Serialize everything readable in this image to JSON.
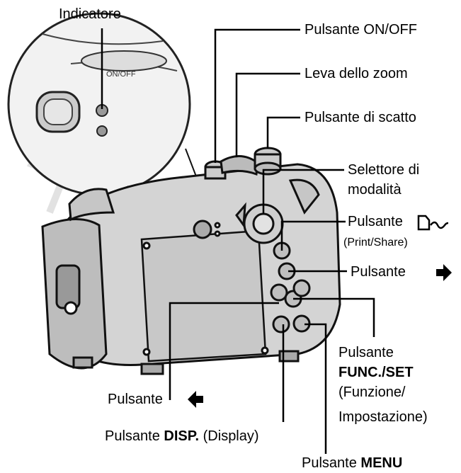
{
  "labels": {
    "indicator": "Indicatore",
    "power": "Pulsante ON/OFF",
    "zoom": "Leva dello zoom",
    "shutter": "Pulsante di scatto",
    "mode_line1": "Selettore di",
    "mode_line2": "modalità",
    "print_word": "Pulsante",
    "print_sub": "(Print/Share)",
    "right_word": "Pulsante",
    "func_word": "Pulsante",
    "func_bold": "FUNC./SET",
    "func_sub1": "(Funzione/",
    "func_sub2": "Impostazione)",
    "left_word": "Pulsante",
    "disp_word": "Pulsante",
    "disp_bold": "DISP.",
    "disp_sub": "(Display)",
    "menu_word": "Pulsante",
    "menu_bold": "MENU"
  },
  "icons": {
    "print_share": "print-share-icon",
    "arrow_right": "arrow-right-icon",
    "arrow_left": "arrow-left-icon"
  }
}
